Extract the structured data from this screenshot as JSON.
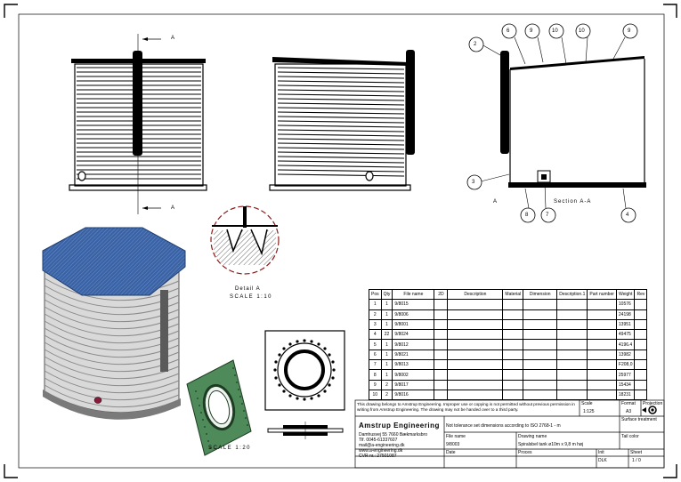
{
  "views": {
    "section_mark": "A",
    "section_label": "Section A-A",
    "detail_label": "Detail A",
    "detail_scale": "SCALE 1:10",
    "flange_scale": "SCALE 1:20",
    "balloons": [
      "2",
      "6",
      "9",
      "10",
      "10",
      "9",
      "3",
      "8",
      "7",
      "4"
    ]
  },
  "bom": {
    "headers": [
      "Pos",
      "Qty",
      "File name",
      "2D",
      "Description",
      "Material",
      "Dimension",
      "Description.1",
      "Part number",
      "Weight",
      "Rev"
    ],
    "rows": [
      [
        "1",
        "1",
        "9/8015",
        "",
        "",
        "",
        "",
        "",
        "",
        "10576",
        ""
      ],
      [
        "2",
        "1",
        "9/8006",
        "",
        "",
        "",
        "",
        "",
        "",
        "24198",
        ""
      ],
      [
        "3",
        "1",
        "9/8001",
        "",
        "",
        "",
        "",
        "",
        "",
        "13951",
        ""
      ],
      [
        "4",
        "22",
        "9/8024",
        "",
        "",
        "",
        "",
        "",
        "",
        "49475",
        ""
      ],
      [
        "5",
        "1",
        "9/8012",
        "",
        "",
        "",
        "",
        "",
        "",
        "4196.4",
        ""
      ],
      [
        "6",
        "1",
        "9/8021",
        "",
        "",
        "",
        "",
        "",
        "",
        "13982",
        ""
      ],
      [
        "7",
        "1",
        "9/8013",
        "",
        "",
        "",
        "",
        "",
        "",
        "F208,0",
        ""
      ],
      [
        "8",
        "1",
        "9/8002",
        "",
        "",
        "",
        "",
        "",
        "",
        "25977",
        ""
      ],
      [
        "9",
        "2",
        "9/8017",
        "",
        "",
        "",
        "",
        "",
        "",
        "15434",
        ""
      ],
      [
        "10",
        "2",
        "9/8016",
        "",
        "",
        "",
        "",
        "",
        "",
        "18231",
        ""
      ]
    ]
  },
  "titleblock": {
    "notice": "This drawing belongs to Amstrup Engineering. Improper use or copying is not permitted without previous permission in writing from Amstrup Engineering. The drawing may not be handed over to a third party.",
    "scale_label": "Scale",
    "scale_value": "1:125",
    "format_label": "Format",
    "format_value": "A3",
    "projection_label": "Projection",
    "tolerance": "Not tolerance set dimensions according to ISO 2768-1 - m",
    "surface_label": "Surface treatment",
    "company": "Amstrup Engineering",
    "address": "Damhusvej 55 7660 Bækmarksbro",
    "phone": "Tlf. 0045-61337607",
    "email": "mail@a-engineering.dk",
    "web": "www.a-engineering.dk",
    "cvr": "CVR nr.: 27501087",
    "filename_label": "File name",
    "filename_value": "9/8003",
    "drawingname_label": "Drawing name",
    "drawingname_value": "Spiralsbel tank ø10m x 9,8 m høj",
    "color_label": "Tail color",
    "date_label": "Date",
    "process_label": "Proces",
    "init_label": "Init",
    "init_value": "DLK",
    "sheet_label": "Sheet",
    "sheet_value": "1 / 0"
  }
}
